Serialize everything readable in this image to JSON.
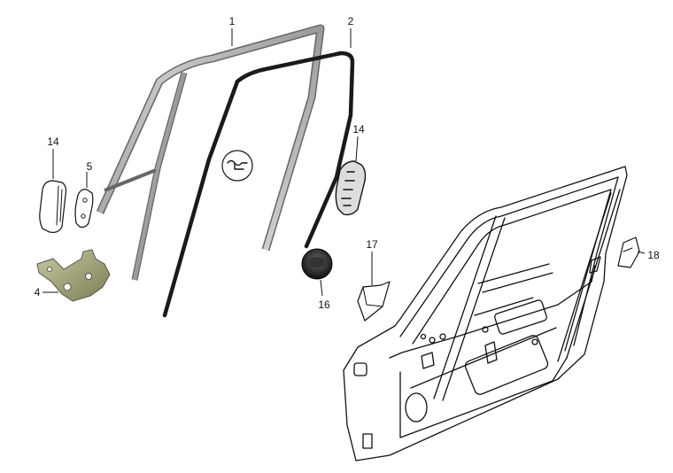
{
  "callouts": [
    {
      "id": "c1",
      "label": "1"
    },
    {
      "id": "c2",
      "label": "2"
    },
    {
      "id": "c14a",
      "label": "14"
    },
    {
      "id": "c5",
      "label": "5"
    },
    {
      "id": "c14b",
      "label": "14"
    },
    {
      "id": "c4",
      "label": "4"
    },
    {
      "id": "c17",
      "label": "17"
    },
    {
      "id": "c16",
      "label": "16"
    },
    {
      "id": "c18",
      "label": "18"
    }
  ],
  "colors": {
    "ink": "#111111",
    "chrome_light": "#e6e6e6",
    "chrome_dark": "#7a7a7a",
    "rubber": "#1a1a1a",
    "bracket": "#9a9a70",
    "background": "#ffffff"
  },
  "icons": {
    "seal_symbol": "seal-profile-icon"
  }
}
